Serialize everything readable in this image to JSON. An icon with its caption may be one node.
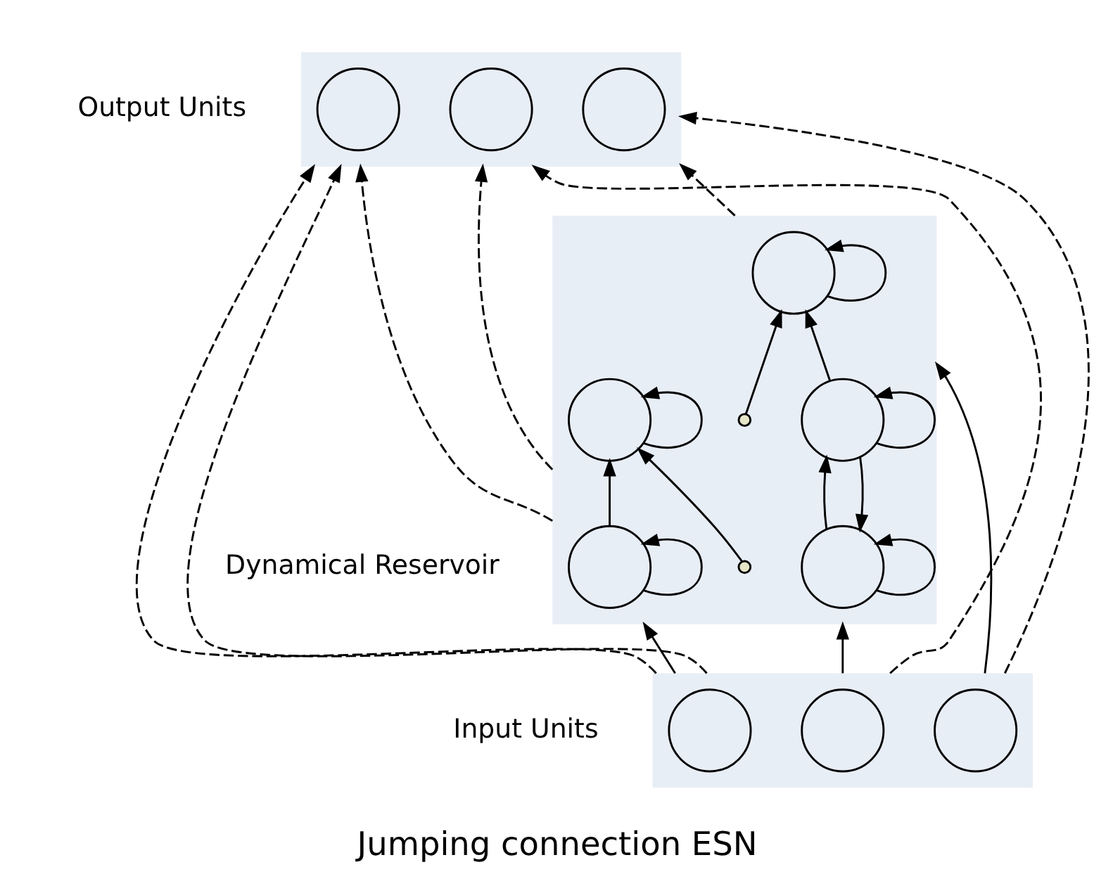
{
  "diagram": {
    "caption": "Jumping connection ESN",
    "nodes": [
      {
        "text": [],
        "shape": "box",
        "beside": [
          "Output Units"
        ]
      },
      {
        "text": [],
        "shape": "circle",
        "in": 0
      },
      {
        "text": [],
        "shape": "circle",
        "in": 0
      },
      {
        "text": [],
        "shape": "circle",
        "in": 0
      },
      {
        "text": [],
        "shape": "box",
        "beside": [
          "Dynamical Reservoir"
        ]
      },
      {
        "text": [],
        "shape": "circle",
        "in": 4
      },
      {
        "text": [],
        "shape": "circle",
        "in": 4
      },
      {
        "text": [],
        "shape": "circle",
        "in": 4
      },
      {
        "text": [],
        "shape": "circle",
        "in": 4
      },
      {
        "text": [],
        "shape": "circle",
        "in": 4
      },
      {
        "text": [],
        "shape": "box",
        "beside": [
          "Input Units"
        ]
      },
      {
        "text": [],
        "shape": "circle",
        "in": 10
      },
      {
        "text": [],
        "shape": "circle",
        "in": 10
      },
      {
        "text": [],
        "shape": "circle",
        "in": 10
      }
    ],
    "edges": [
      {
        "from": 10,
        "to": 4,
        "arrow": "to"
      },
      {
        "from": 10,
        "to": 4,
        "arrow": "to"
      },
      {
        "from": 10,
        "to": 4,
        "arrow": "to"
      },
      {
        "from": 4,
        "to": 0,
        "arrow": "to",
        "style": "dashed"
      },
      {
        "from": 4,
        "to": 0,
        "arrow": "to",
        "style": "dashed"
      },
      {
        "from": 4,
        "to": 0,
        "arrow": "to",
        "style": "dashed"
      },
      {
        "from": 10,
        "to": 0,
        "arrow": "to",
        "style": "dashed"
      },
      {
        "from": 10,
        "to": 0,
        "arrow": "to",
        "style": "dashed"
      },
      {
        "from": 10,
        "to": 0,
        "arrow": "to",
        "style": "dashed"
      },
      {
        "from": 10,
        "to": 0,
        "arrow": "to",
        "style": "dashed"
      },
      {
        "from": 5,
        "to": 5,
        "arrow": "to"
      },
      {
        "from": 6,
        "to": 6,
        "arrow": "to"
      },
      {
        "from": 7,
        "to": 7,
        "arrow": "to"
      },
      {
        "from": 8,
        "to": 8,
        "arrow": "to"
      },
      {
        "from": 9,
        "to": 9,
        "arrow": "to"
      },
      {
        "from": 5,
        "to": 9,
        "arrow": "to"
      },
      {
        "from": 6,
        "to": 8,
        "arrow": "to"
      },
      {
        "from": 8,
        "to": 6,
        "arrow": "to"
      },
      {
        "from": 8,
        "to": 7,
        "arrow": "to"
      },
      {
        "from": null,
        "to": 9,
        "arrow": "to"
      },
      {
        "from": null,
        "to": 7,
        "arrow": "to"
      }
    ]
  }
}
